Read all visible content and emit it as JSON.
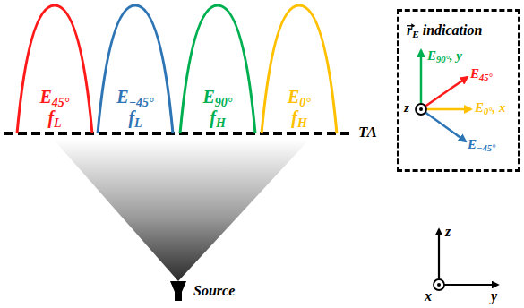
{
  "diagram": {
    "nodes": [
      {
        "text": [
          "E45°",
          "fL"
        ]
      },
      {
        "text": [
          "E−45°",
          "fL"
        ]
      },
      {
        "text": [
          "E90°",
          "fH"
        ]
      },
      {
        "text": [
          "E0°",
          "fH"
        ]
      },
      {
        "text": [
          "rE indication"
        ]
      }
    ],
    "labels": [
      "TA",
      "Source",
      "E90°, y",
      "E45°",
      "E0°, x",
      "E−45°",
      "z",
      "z",
      "y",
      "x"
    ]
  }
}
